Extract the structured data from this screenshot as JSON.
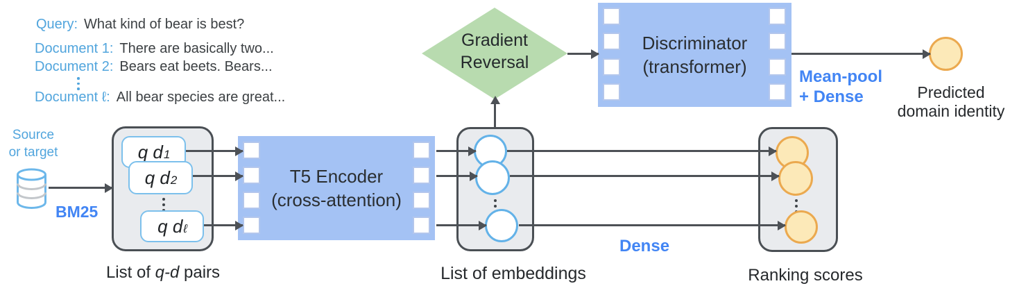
{
  "colors": {
    "blue_box": "#a4c2f4",
    "square_border": "#b3c6ec",
    "green_diamond": "#b8dbaf",
    "gray_box_fill": "#e9ebee",
    "gray_box_border": "#4a4f54",
    "arrow": "#4d5156",
    "light_blue_text": "#51a5dd",
    "accent_blue_text": "#4285f4",
    "dark_text": "#3c4043",
    "card_border": "#7cc0ec",
    "circle_border": "#63b2e8",
    "orange_fill": "#fce9b8",
    "orange_border": "#eba94f"
  },
  "example": {
    "rows": [
      {
        "label": "Query:",
        "text": "What kind of bear is best?"
      },
      {
        "label": "Document 1:",
        "text": "There are basically two..."
      },
      {
        "label": "Document 2:",
        "text": "Bears eat beets. Bears..."
      },
      {
        "label": "Document ℓ:",
        "text": "All bear species are great..."
      }
    ]
  },
  "source": {
    "line1": "Source",
    "line2": "or target",
    "bm25_label": "BM25",
    "icon": "database-icon"
  },
  "qd_box": {
    "cards": [
      {
        "base": "q d",
        "sub": "1"
      },
      {
        "base": "q d",
        "sub": "2"
      },
      {
        "base": "q d",
        "sub": "ℓ"
      }
    ],
    "caption_prefix": "List of ",
    "caption_italic": "q-d",
    "caption_suffix": " pairs"
  },
  "t5_box": {
    "line1": "T5 Encoder",
    "line2": "(cross-attention)"
  },
  "embeddings_box": {
    "caption": "List of embeddings"
  },
  "gradient_reversal": {
    "line1": "Gradient",
    "line2": "Reversal"
  },
  "discriminator": {
    "line1": "Discriminator",
    "line2": "(transformer)"
  },
  "mean_pool": {
    "line1": "Mean-pool",
    "line2": "+ Dense"
  },
  "dense_label": "Dense",
  "predicted": {
    "line1": "Predicted",
    "line2": "domain identity"
  },
  "ranking_box": {
    "caption": "Ranking scores"
  }
}
